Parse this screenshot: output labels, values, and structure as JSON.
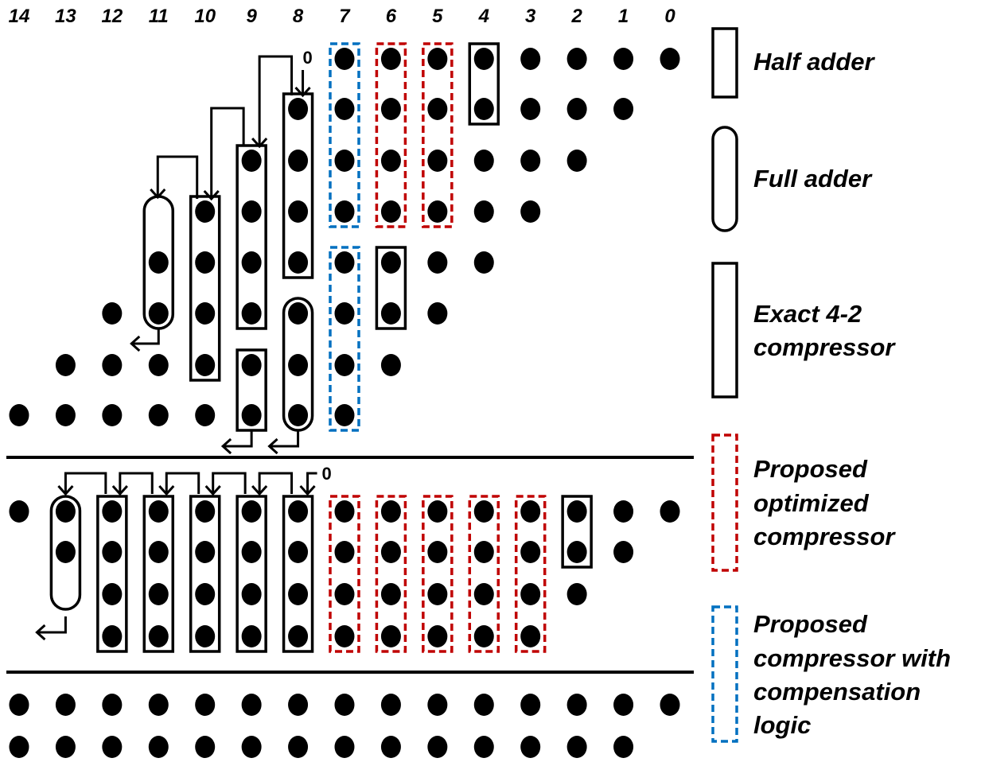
{
  "figure": {
    "title": "Dadda-style partial product reduction with approximate 4-2 compressors",
    "column_labels": [
      "14",
      "13",
      "12",
      "11",
      "10",
      "9",
      "8",
      "7",
      "6",
      "5",
      "4",
      "3",
      "2",
      "1",
      "0"
    ],
    "carry_in_label": "0",
    "colors": {
      "dot": "#000000",
      "exact": "#000000",
      "optimized": "#C00000",
      "compensation": "#0070C0",
      "separator": "#000000"
    }
  },
  "legend": [
    {
      "key": "half_adder",
      "label_lines": [
        "Half adder"
      ],
      "style": "solid-rect"
    },
    {
      "key": "full_adder",
      "label_lines": [
        "Full adder"
      ],
      "style": "solid-rounded"
    },
    {
      "key": "exact_42",
      "label_lines": [
        "Exact 4-2",
        "compressor"
      ],
      "style": "solid-rect"
    },
    {
      "key": "optimized",
      "label_lines": [
        "Proposed",
        "optimized",
        "compressor"
      ],
      "style": "dashed-red"
    },
    {
      "key": "compensation",
      "label_lines": [
        "Proposed",
        "compressor with",
        "compensation",
        "logic"
      ],
      "style": "dashed-blue"
    }
  ],
  "stage1": {
    "dots_per_column": {
      "14": 1,
      "13": 2,
      "12": 3,
      "11": 4,
      "10": 5,
      "9": 6,
      "8": 7,
      "7": 8,
      "6": 7,
      "5": 6,
      "4": 5,
      "3": 4,
      "2": 3,
      "1": 2,
      "0": 1
    },
    "groups": [
      {
        "type": "compensation",
        "col": 7,
        "row_start": 0,
        "row_end": 3
      },
      {
        "type": "compensation",
        "col": 7,
        "row_start": 4,
        "row_end": 7
      },
      {
        "type": "optimized",
        "col": 6,
        "row_start": 0,
        "row_end": 3
      },
      {
        "type": "optimized",
        "col": 5,
        "row_start": 0,
        "row_end": 3
      },
      {
        "type": "half_adder",
        "col": 4,
        "row_start": 0,
        "row_end": 1
      },
      {
        "type": "half_adder",
        "col": 6,
        "row_start": 4,
        "row_end": 5
      },
      {
        "type": "exact_42",
        "col": 8,
        "row_start": 1,
        "row_end": 4
      },
      {
        "type": "full_adder",
        "col": 8,
        "row_start": 5,
        "row_end": 7
      },
      {
        "type": "exact_42",
        "col": 9,
        "row_start": 2,
        "row_end": 5
      },
      {
        "type": "half_adder",
        "col": 9,
        "row_start": 6,
        "row_end": 7
      },
      {
        "type": "exact_42",
        "col": 10,
        "row_start": 3,
        "row_end": 6
      },
      {
        "type": "full_adder",
        "col": 11,
        "row_start": 3,
        "row_end": 5
      }
    ]
  },
  "stage2": {
    "dots_per_column": {
      "14": 1,
      "13": 2,
      "12": 4,
      "11": 4,
      "10": 4,
      "9": 4,
      "8": 4,
      "7": 4,
      "6": 4,
      "5": 4,
      "4": 4,
      "3": 4,
      "2": 3,
      "1": 2,
      "0": 1
    },
    "groups": [
      {
        "type": "full_adder",
        "col": 13,
        "row_start": 0,
        "row_end": 2
      },
      {
        "type": "exact_42",
        "col": 12,
        "row_start": 0,
        "row_end": 3
      },
      {
        "type": "exact_42",
        "col": 11,
        "row_start": 0,
        "row_end": 3
      },
      {
        "type": "exact_42",
        "col": 10,
        "row_start": 0,
        "row_end": 3
      },
      {
        "type": "exact_42",
        "col": 9,
        "row_start": 0,
        "row_end": 3
      },
      {
        "type": "exact_42",
        "col": 8,
        "row_start": 0,
        "row_end": 3
      },
      {
        "type": "optimized",
        "col": 7,
        "row_start": 0,
        "row_end": 3
      },
      {
        "type": "optimized",
        "col": 6,
        "row_start": 0,
        "row_end": 3
      },
      {
        "type": "optimized",
        "col": 5,
        "row_start": 0,
        "row_end": 3
      },
      {
        "type": "optimized",
        "col": 4,
        "row_start": 0,
        "row_end": 3
      },
      {
        "type": "optimized",
        "col": 3,
        "row_start": 0,
        "row_end": 3
      },
      {
        "type": "half_adder",
        "col": 2,
        "row_start": 0,
        "row_end": 1
      }
    ]
  },
  "stage3": {
    "rows": [
      {
        "cols": [
          14,
          13,
          12,
          11,
          10,
          9,
          8,
          7,
          6,
          5,
          4,
          3,
          2,
          1,
          0
        ]
      },
      {
        "cols": [
          14,
          13,
          12,
          11,
          10,
          9,
          8,
          7,
          6,
          5,
          4,
          3,
          2,
          1
        ]
      }
    ]
  }
}
